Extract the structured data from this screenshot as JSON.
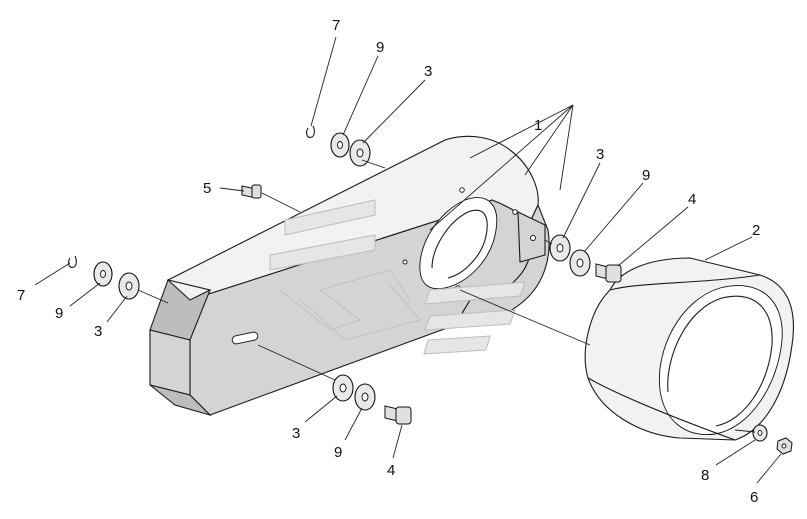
{
  "callouts": [
    {
      "id": "c-7-top",
      "text": "7"
    },
    {
      "id": "c-9-top",
      "text": "9"
    },
    {
      "id": "c-3-top",
      "text": "3"
    },
    {
      "id": "c-1",
      "text": "1"
    },
    {
      "id": "c-5",
      "text": "5"
    },
    {
      "id": "c-3-right",
      "text": "3"
    },
    {
      "id": "c-9-right",
      "text": "9"
    },
    {
      "id": "c-4-right",
      "text": "4"
    },
    {
      "id": "c-2",
      "text": "2"
    },
    {
      "id": "c-7-left",
      "text": "7"
    },
    {
      "id": "c-9-left",
      "text": "9"
    },
    {
      "id": "c-3-left",
      "text": "3"
    },
    {
      "id": "c-3-bottom",
      "text": "3"
    },
    {
      "id": "c-9-bottom",
      "text": "9"
    },
    {
      "id": "c-4-bottom",
      "text": "4"
    },
    {
      "id": "c-8",
      "text": "8"
    },
    {
      "id": "c-6",
      "text": "6"
    }
  ]
}
